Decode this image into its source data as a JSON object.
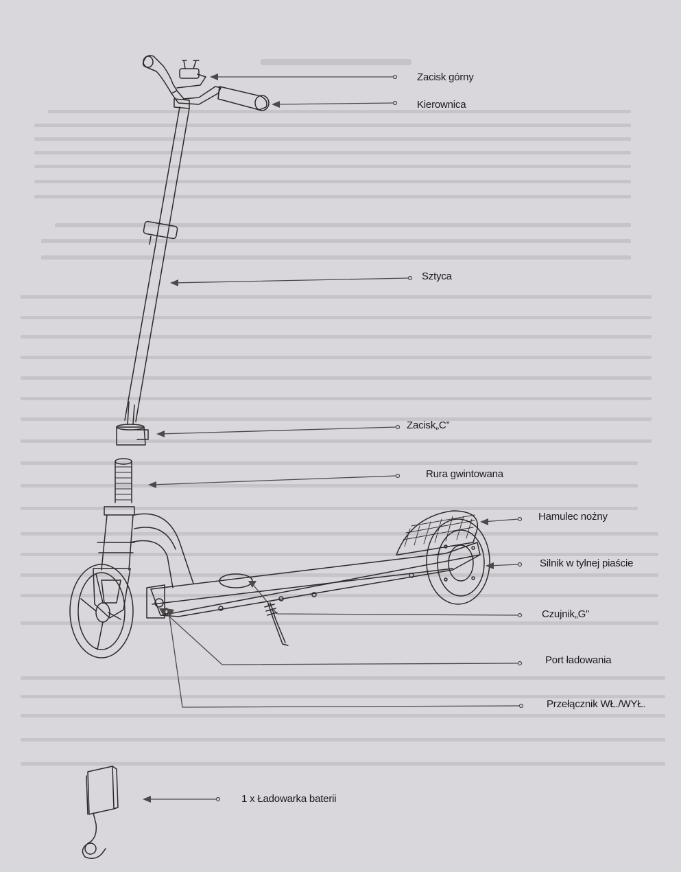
{
  "labels": {
    "top_clamp": "Zacisk górny",
    "handlebar": "Kierownica",
    "stem": "Sztyca",
    "c_clamp": "Zacisk„C”",
    "threaded_tube": "Rura gwintowana",
    "foot_brake": "Hamulec nożny",
    "rear_hub_motor": "Silnik w tylnej piaście",
    "g_sensor": "Czujnik„G”",
    "charging_port": "Port ładowania",
    "power_switch": "Przełącznik WŁ./WYŁ.",
    "battery_charger": "1 x Ładowarka baterii"
  },
  "colors": {
    "paper": "#d9d6dc",
    "ink": "#2a2a2a",
    "bleed_text": "#b9b5bd"
  }
}
